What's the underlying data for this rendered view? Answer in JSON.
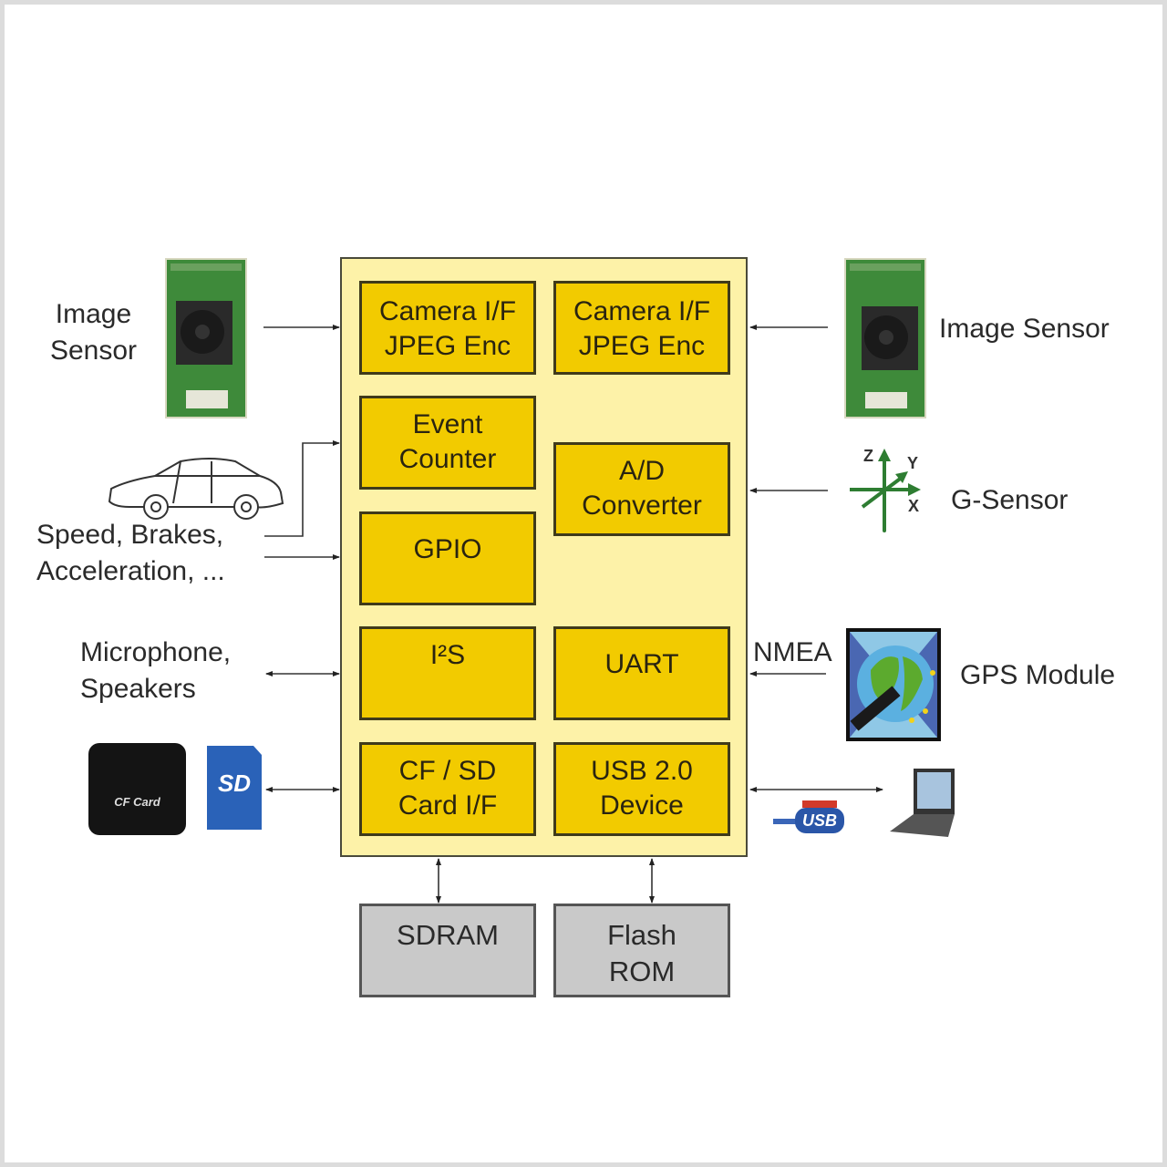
{
  "diagram": {
    "soc_blocks": [
      {
        "id": "camera-if-left",
        "line1": "Camera I/F",
        "line2": "JPEG Enc"
      },
      {
        "id": "camera-if-right",
        "line1": "Camera I/F",
        "line2": "JPEG Enc"
      },
      {
        "id": "event-counter",
        "line1": "Event",
        "line2": "Counter"
      },
      {
        "id": "ad-converter",
        "line1": "A/D",
        "line2": "Converter"
      },
      {
        "id": "gpio",
        "line1": "GPIO",
        "line2": ""
      },
      {
        "id": "i2s",
        "line1": "I²S",
        "line2": ""
      },
      {
        "id": "uart",
        "line1": "UART",
        "line2": ""
      },
      {
        "id": "cf-sd-card-if",
        "line1": "CF / SD",
        "line2": "Card I/F"
      },
      {
        "id": "usb-device",
        "line1": "USB 2.0",
        "line2": "Device"
      }
    ],
    "memory_blocks": [
      {
        "id": "sdram",
        "line1": "SDRAM",
        "line2": ""
      },
      {
        "id": "flash-rom",
        "line1": "Flash",
        "line2": "ROM"
      }
    ],
    "external": {
      "image_sensor_left": {
        "line1": "Image",
        "line2": "Sensor"
      },
      "image_sensor_right": {
        "label": "Image Sensor"
      },
      "vehicle": {
        "line1": "Speed, Brakes,",
        "line2": "Acceleration, ..."
      },
      "g_sensor": {
        "label": "G-Sensor",
        "axes": [
          "Z",
          "Y",
          "X"
        ]
      },
      "audio": {
        "line1": "Microphone,",
        "line2": "Speakers"
      },
      "gps": {
        "label": "GPS Module",
        "protocol": "NMEA"
      },
      "cf_card": {
        "label": "CF Card"
      },
      "sd_card": {
        "label": "SD"
      },
      "usb_logo": {
        "label": "USB"
      }
    },
    "colors": {
      "soc_bg": "#fdf2a8",
      "block_fill": "#f2cb00",
      "memory_fill": "#c9c9c9",
      "sensor_green": "#2e7d32"
    }
  }
}
